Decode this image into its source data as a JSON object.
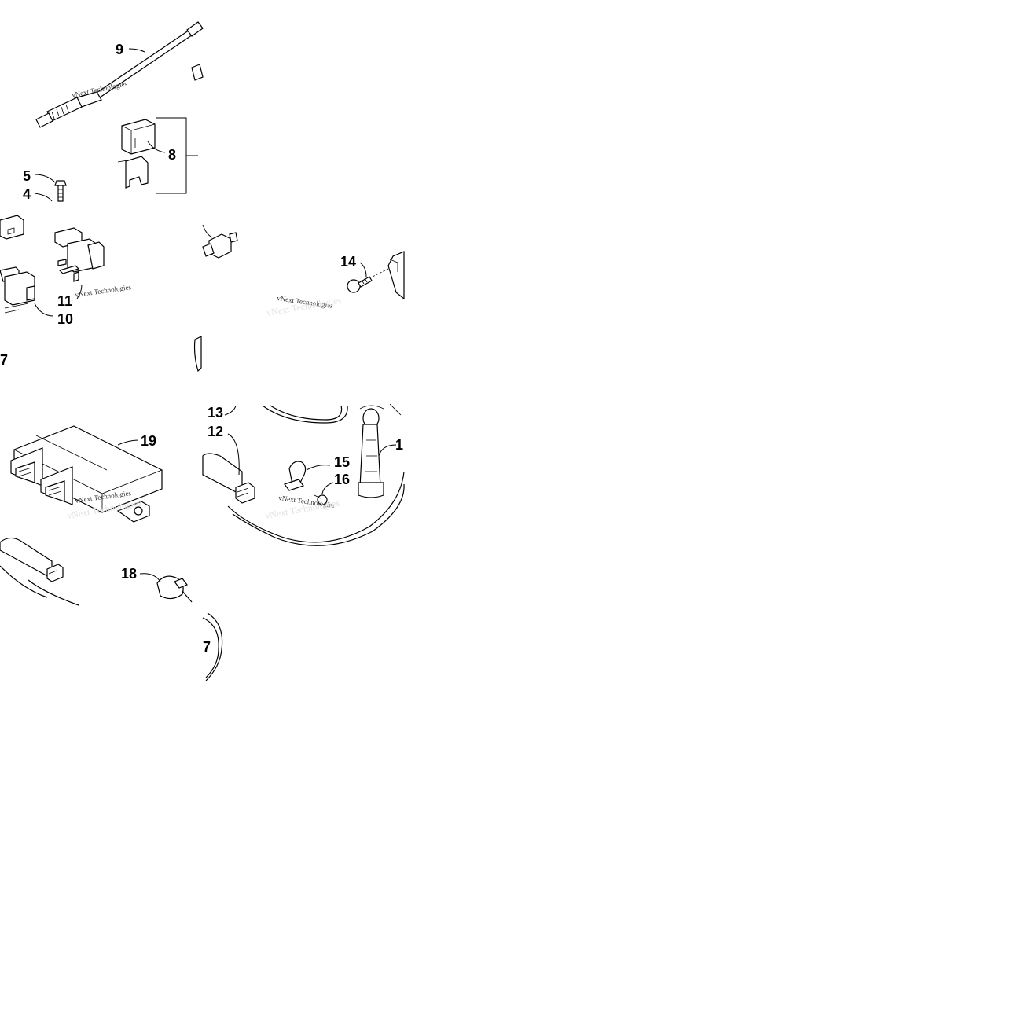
{
  "callouts": {
    "c9": "9",
    "c8": "8",
    "c5": "5",
    "c4": "4",
    "c11": "11",
    "c10": "10",
    "c7a": "7",
    "c14": "14",
    "c19": "19",
    "c13": "13",
    "c12": "12",
    "c15": "15",
    "c16": "16",
    "c1": "1",
    "c18": "18",
    "c7b": "7"
  },
  "watermark": "vNext Technologies"
}
